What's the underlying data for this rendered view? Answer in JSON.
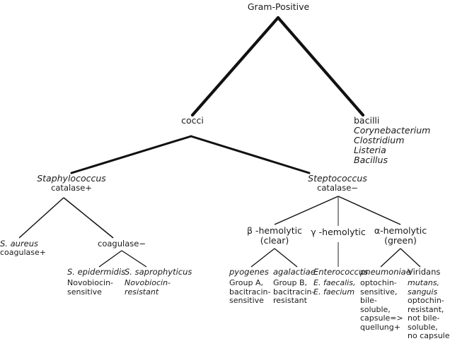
{
  "diagram": {
    "title": "Gram-Positive",
    "type": "taxonomic-key",
    "root": {
      "label": "Gram-Positive"
    },
    "level1": {
      "cocci": {
        "label": "cocci"
      },
      "bacilli": {
        "label": "bacilli",
        "genera": [
          "Corynebacterium",
          "Clostridium",
          "Listeria",
          "Bacillus"
        ]
      }
    },
    "level2": {
      "staphylococcus": {
        "name": "Staphylococcus",
        "test": "catalase+"
      },
      "streptococcus": {
        "name": "Steptococcus",
        "test": "catalase−"
      }
    },
    "staph_branch": {
      "aureus": {
        "name": "S. aureus",
        "desc": "coagulase+"
      },
      "coagulase_negative": {
        "label": "coagulase−"
      },
      "epidermidis": {
        "name": "S. epidermidis",
        "desc_line1": "Novobiocin-",
        "desc_line2": "sensitive"
      },
      "saprophyticus": {
        "name": "S. saprophyticus",
        "desc_line1": "Novobiocin-",
        "desc_line2": "resistant"
      }
    },
    "strep_branch": {
      "beta": {
        "label": "β -hemolytic",
        "sublabel": "(clear)"
      },
      "gamma": {
        "label": "γ -hemolytic",
        "sublabel": ""
      },
      "alpha": {
        "label": "α-hemolytic",
        "sublabel": "(green)"
      },
      "pyogenes": {
        "name": "pyogenes",
        "desc": [
          "Group A,",
          "bacitracin-",
          "sensitive"
        ]
      },
      "agalactiae": {
        "name": "agalactiae",
        "desc": [
          "Group B,",
          "bacitracin-",
          "resistant"
        ]
      },
      "enterococcus": {
        "name": "Enterococcus",
        "species": [
          "E. faecalis,",
          "E. faecium"
        ]
      },
      "pneumoniae": {
        "name": "pneumoniae",
        "desc": [
          "optochin-",
          "sensitive,",
          "bile-",
          "soluble,",
          "capsule=>",
          "quellung+"
        ]
      },
      "viridans": {
        "name": "Viridans",
        "species": "mutans, sanguis",
        "desc": [
          "optochin-",
          "resistant,",
          "not bile-soluble,",
          "no capsule"
        ]
      }
    },
    "style": {
      "line_color": "#111111",
      "text_color": "#1a1a1a",
      "background": "#ffffff"
    }
  }
}
